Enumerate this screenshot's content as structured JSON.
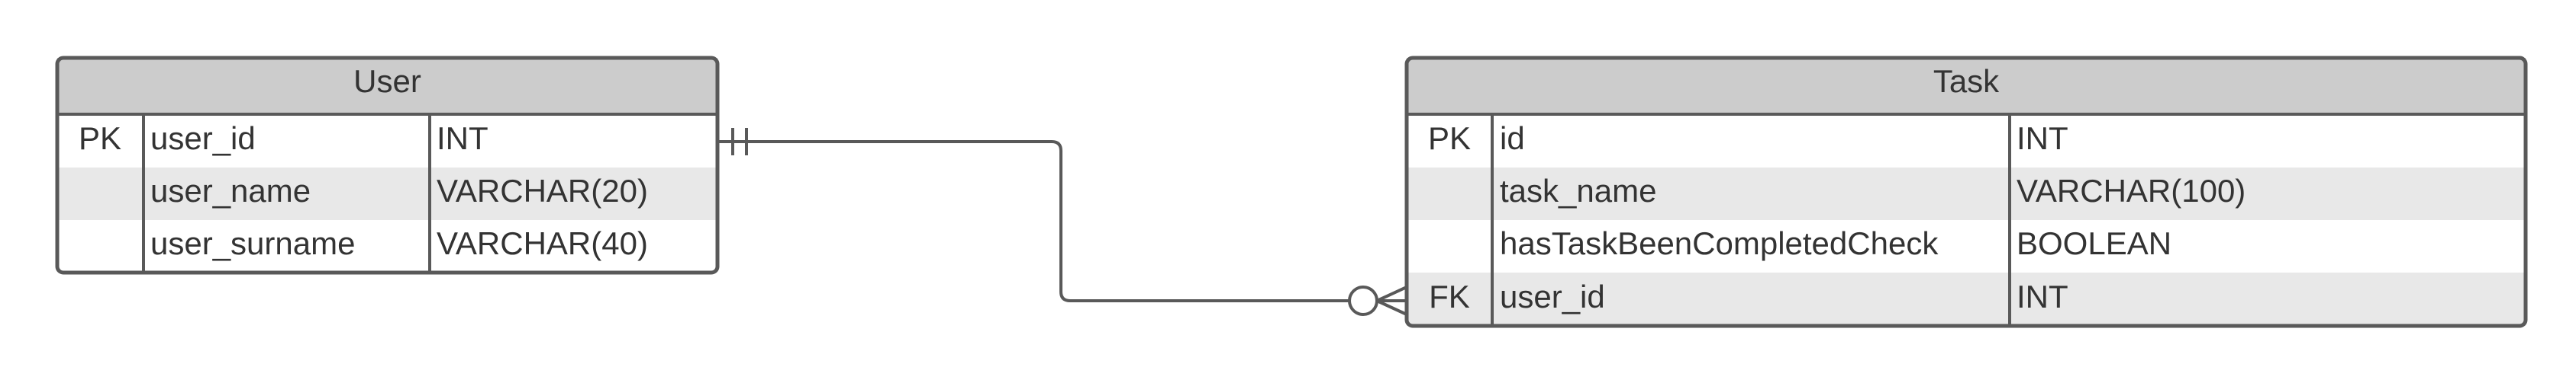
{
  "entities": {
    "user": {
      "title": "User",
      "rows": [
        {
          "key": "PK",
          "name": "user_id",
          "type": "INT"
        },
        {
          "key": "",
          "name": "user_name",
          "type": "VARCHAR(20)"
        },
        {
          "key": "",
          "name": "user_surname",
          "type": "VARCHAR(40)"
        }
      ]
    },
    "task": {
      "title": "Task",
      "rows": [
        {
          "key": "PK",
          "name": "id",
          "type": "INT"
        },
        {
          "key": "",
          "name": "task_name",
          "type": "VARCHAR(100)"
        },
        {
          "key": "",
          "name": "hasTaskBeenCompletedCheck",
          "type": "BOOLEAN"
        },
        {
          "key": "FK",
          "name": "user_id",
          "type": "INT"
        }
      ]
    }
  },
  "relationship": {
    "from_entity": "user",
    "from_field": "user_id",
    "from_cardinality": "exactly-one",
    "to_entity": "task",
    "to_field": "user_id",
    "to_cardinality": "zero-or-many"
  },
  "colors": {
    "header": "#cccccc",
    "alt_row": "#e8e8e8",
    "border": "#595959",
    "text": "#333333"
  }
}
